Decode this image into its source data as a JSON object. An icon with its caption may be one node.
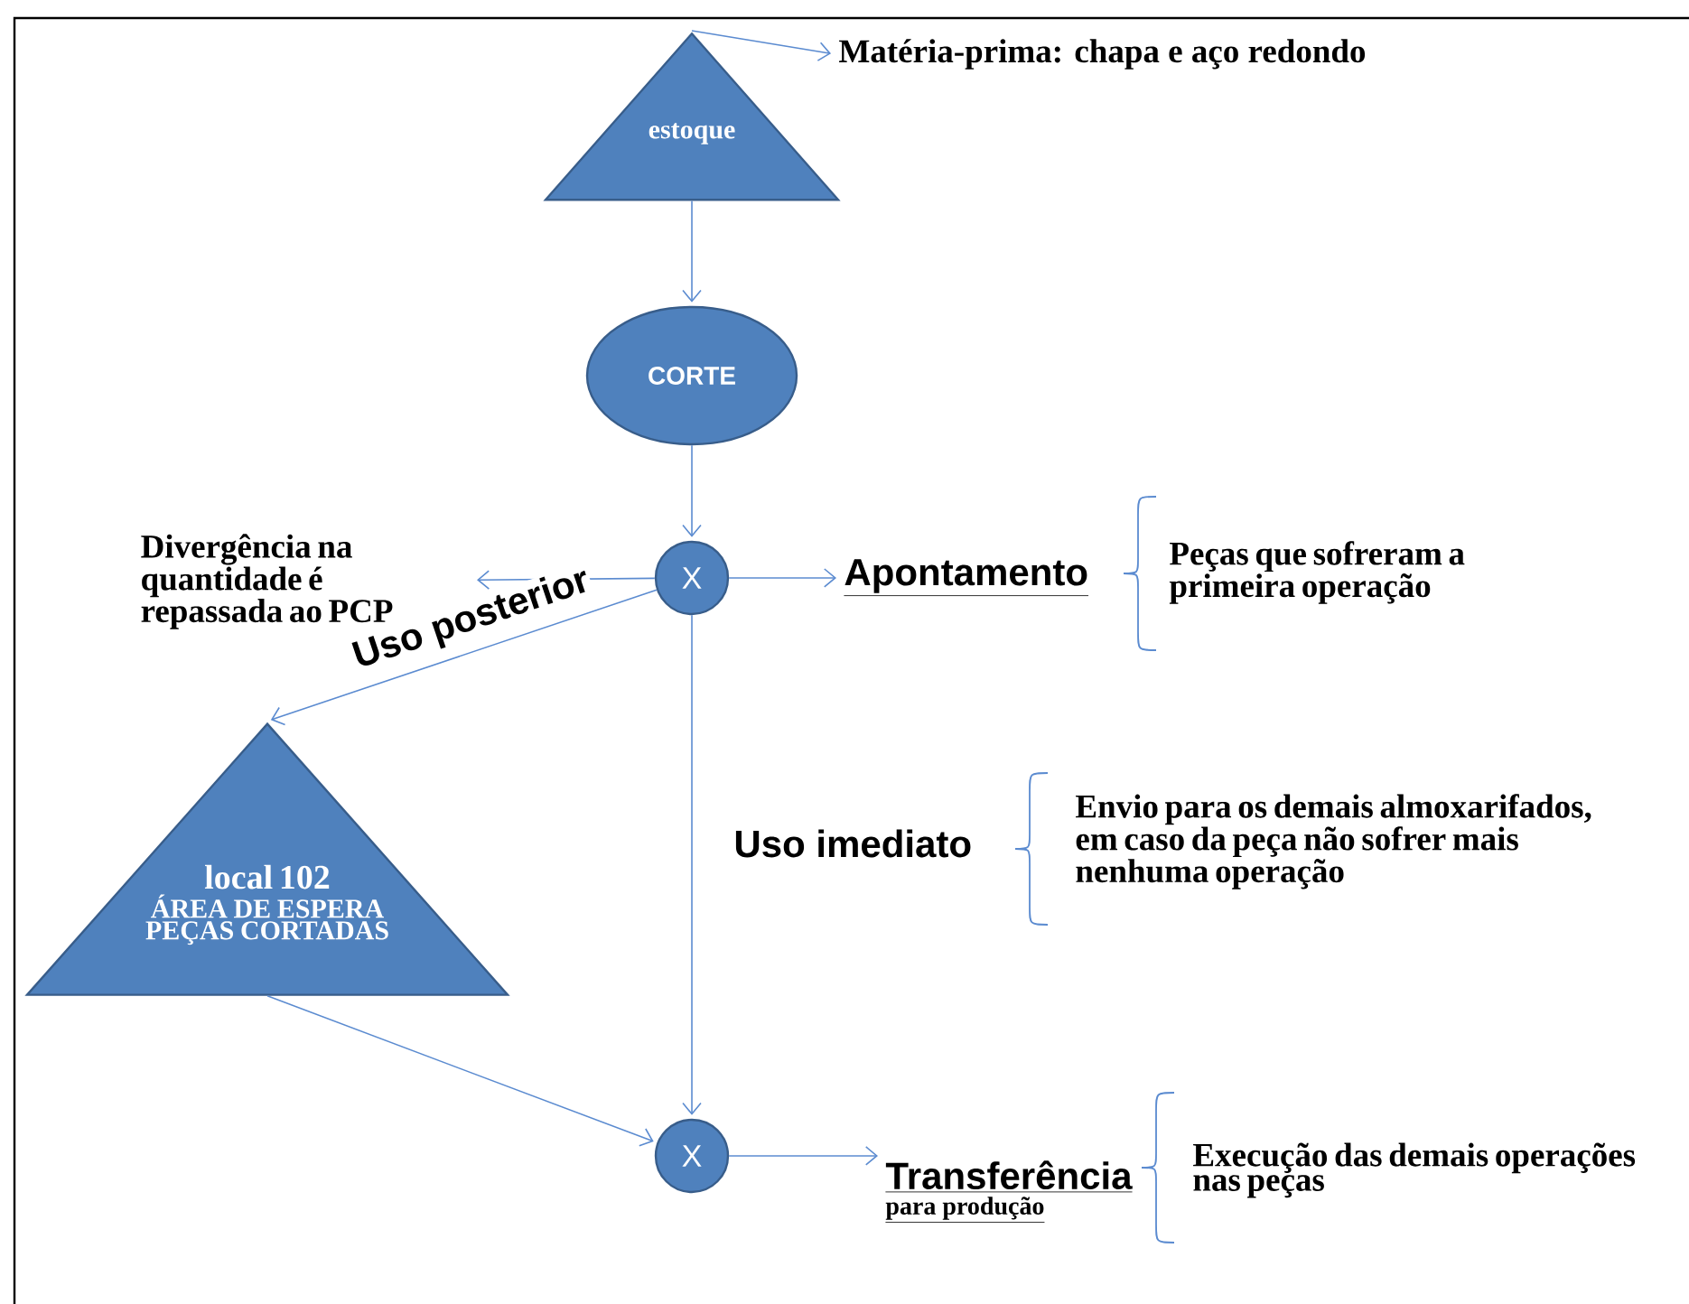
{
  "diagram": {
    "nodes": [
      {
        "text": [
          "estoque"
        ]
      },
      {
        "text": [
          "Matéria-prima: chapa e aço redondo"
        ]
      },
      {
        "text": [
          "CORTE"
        ]
      },
      {
        "text": [
          "X"
        ]
      },
      {
        "text": [
          "Divergência na quantidade é repassada ao PCP"
        ]
      },
      {
        "text": [
          "Apontamento"
        ]
      },
      {
        "text": [
          "local 102",
          "ÁREA DE ESPERA PEÇAS CORTADAS"
        ]
      },
      {
        "text": [
          "X"
        ]
      },
      {
        "text": [
          "Transferência",
          "para produção"
        ]
      }
    ],
    "edges": [
      {
        "from": 0,
        "to": 1,
        "arrow": "to"
      },
      {
        "from": 0,
        "to": 2,
        "arrow": "to"
      },
      {
        "from": 2,
        "to": 3,
        "arrow": "to"
      },
      {
        "from": 3,
        "to": 4,
        "arrow": "to"
      },
      {
        "from": 3,
        "to": 5,
        "arrow": "to"
      },
      {
        "from": 3,
        "to": 6,
        "arrow": "to",
        "label": "Uso posterior"
      },
      {
        "from": 3,
        "to": 7,
        "arrow": "to"
      },
      {
        "from": 6,
        "to": 7,
        "arrow": "to"
      },
      {
        "from": 7,
        "to": 8,
        "arrow": "to"
      }
    ],
    "labels": [
      "Peças que sofreram a primeira operação",
      "Uso imediato",
      "Envio para os demais almoxarifados, em caso da peça não sofrer mais nenhuma operação",
      "Execução das demais operações nas peças"
    ]
  }
}
